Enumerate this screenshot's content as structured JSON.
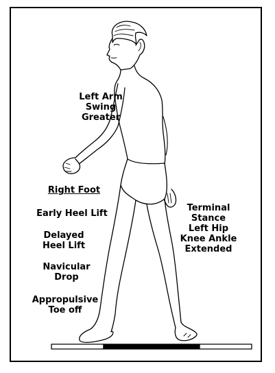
{
  "labels": {
    "left_arm": [
      "Left Arm",
      "Swing",
      "Greater"
    ],
    "right_foot_heading": "Right Foot",
    "early_heel_lift": "Early Heel Lift",
    "delayed_heel_lift": [
      "Delayed",
      "Heel Lift"
    ],
    "navicular_drop": [
      "Navicular",
      "Drop"
    ],
    "appropulsive": [
      "Appropulsive",
      "Toe off"
    ],
    "terminal_stance": [
      "Terminal",
      "Stance",
      "Left Hip",
      "Knee Ankle",
      "Extended"
    ]
  },
  "colors": {
    "ink": "#000000",
    "background": "#ffffff"
  }
}
